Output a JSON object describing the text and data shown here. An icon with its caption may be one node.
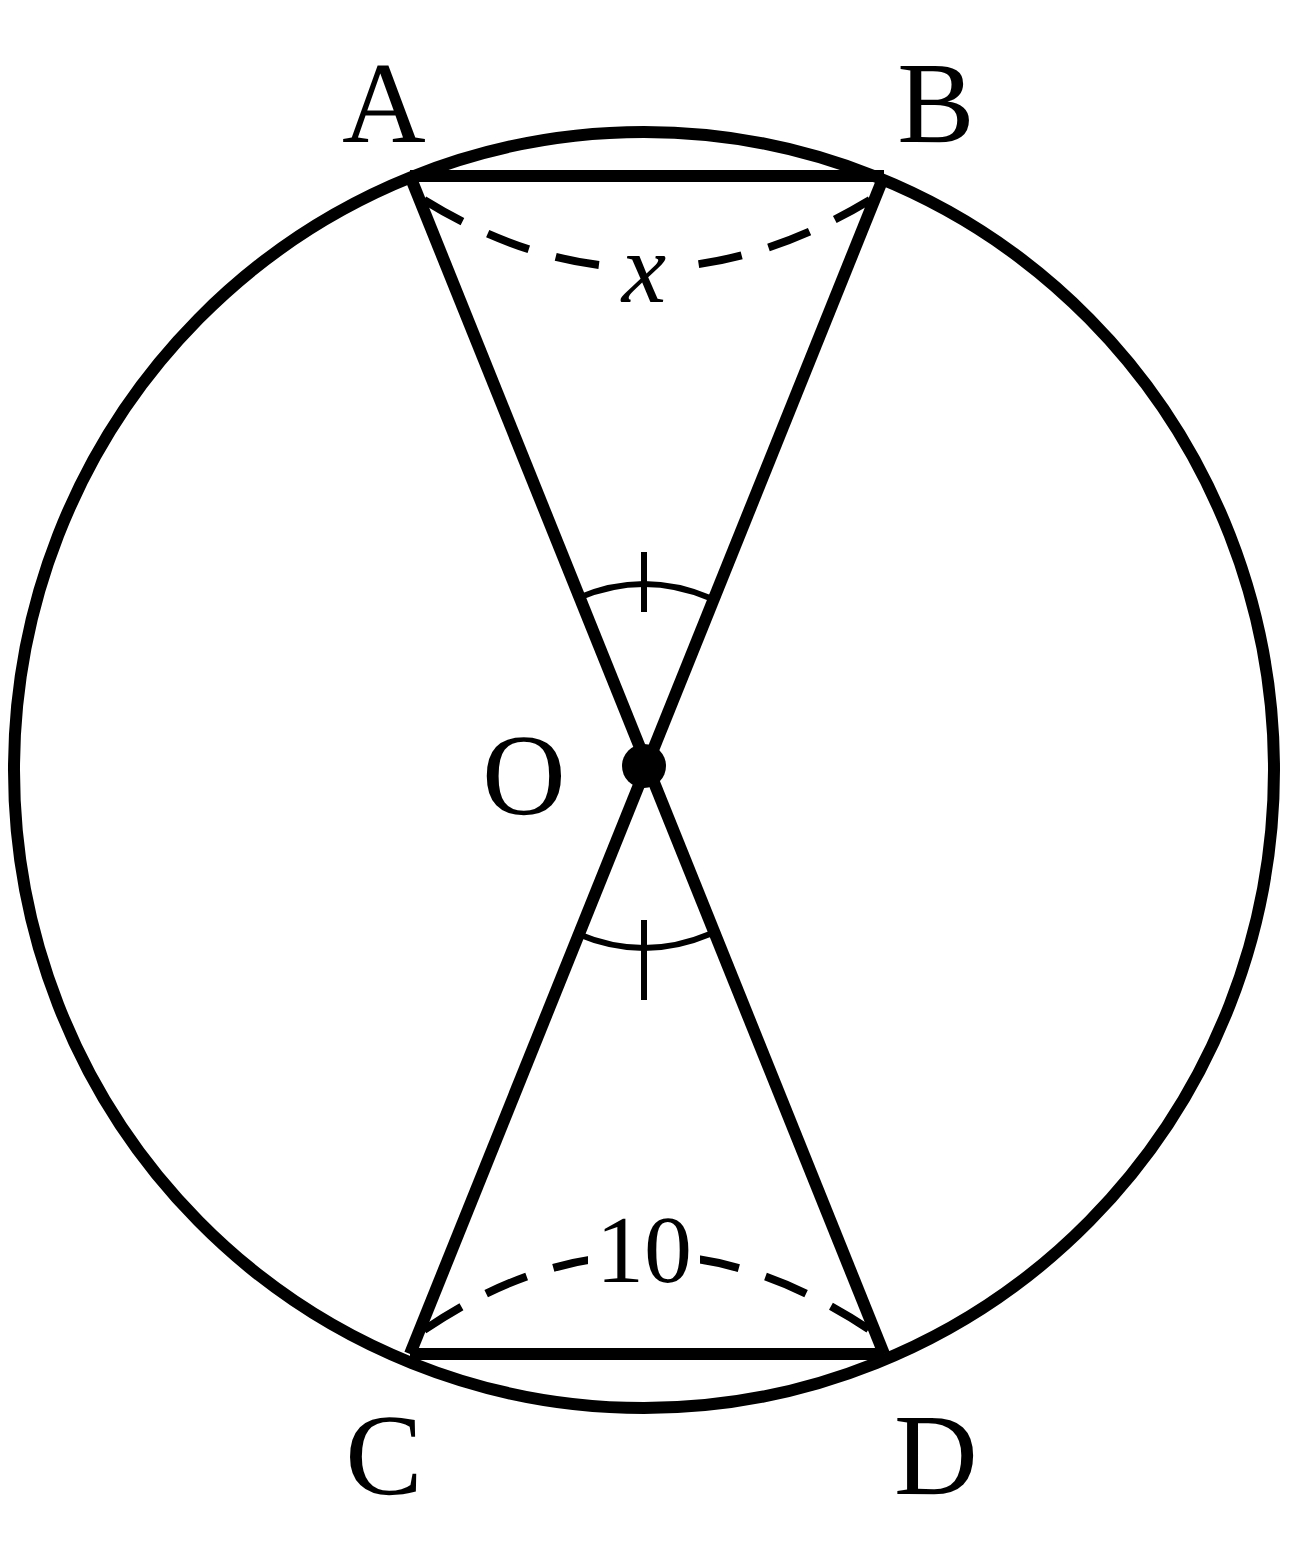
{
  "diagram": {
    "labels": [
      "A",
      "B",
      "x",
      "O",
      "10",
      "C",
      "D"
    ]
  }
}
